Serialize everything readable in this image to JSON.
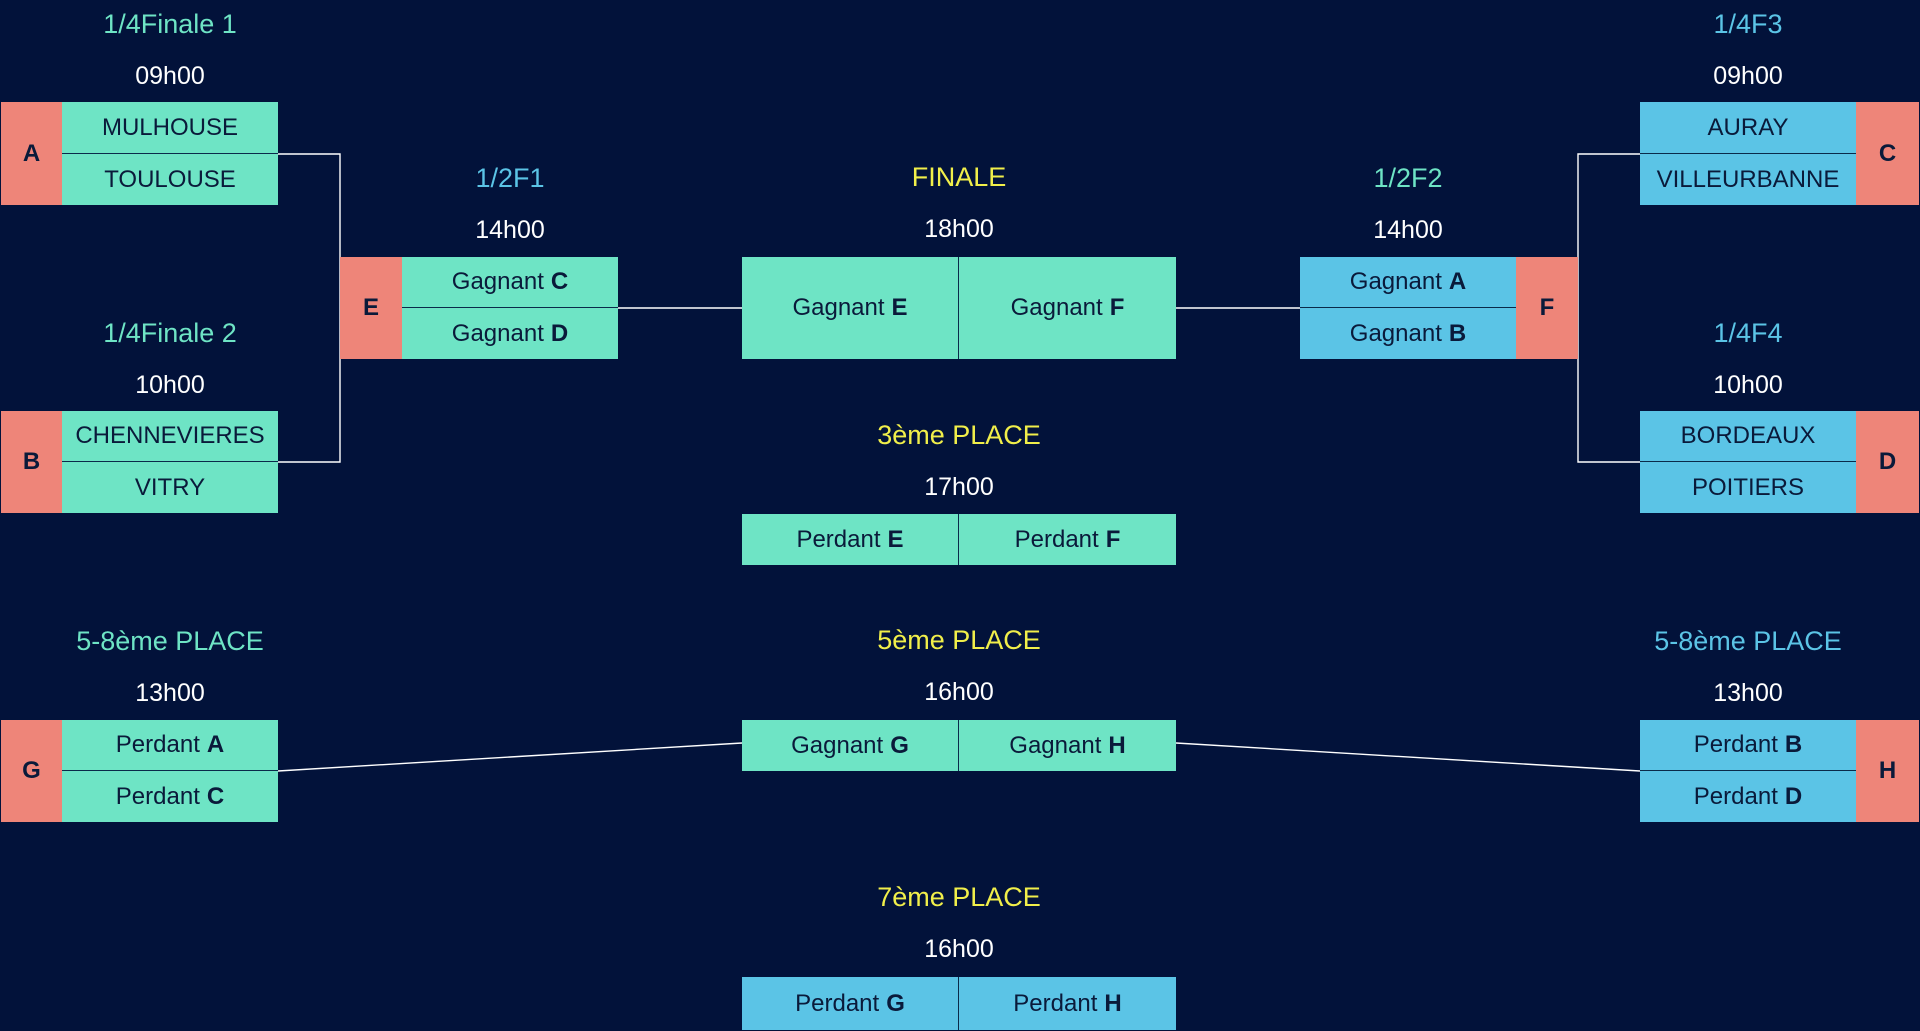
{
  "quarterfinals": [
    {
      "title": "1/4Finale 1",
      "time": "09h00",
      "tag": "A",
      "team1": "MULHOUSE",
      "team2": "TOULOUSE"
    },
    {
      "title": "1/4Finale 2",
      "time": "10h00",
      "tag": "B",
      "team1": "CHENNEVIERES",
      "team2": "VITRY"
    },
    {
      "title": "1/4F3",
      "time": "09h00",
      "tag": "C",
      "team1": "AURAY",
      "team2": "VILLEURBANNE"
    },
    {
      "title": "1/4F4",
      "time": "10h00",
      "tag": "D",
      "team1": "BORDEAUX",
      "team2": "POITIERS"
    }
  ],
  "semifinals": [
    {
      "title": "1/2F1",
      "time": "14h00",
      "tag": "E",
      "row1_prefix": "Gagnant",
      "row1_ref": "C",
      "row2_prefix": "Gagnant",
      "row2_ref": "D"
    },
    {
      "title": "1/2F2",
      "time": "14h00",
      "tag": "F",
      "row1_prefix": "Gagnant",
      "row1_ref": "A",
      "row2_prefix": "Gagnant",
      "row2_ref": "B"
    }
  ],
  "final": {
    "title": "FINALE",
    "time": "18h00",
    "left_prefix": "Gagnant",
    "left_ref": "E",
    "right_prefix": "Gagnant",
    "right_ref": "F"
  },
  "third_place": {
    "title": "3ème PLACE",
    "time": "17h00",
    "left_prefix": "Perdant",
    "left_ref": "E",
    "right_prefix": "Perdant",
    "right_ref": "F"
  },
  "placement_semis": [
    {
      "title": "5-8ème PLACE",
      "time": "13h00",
      "tag": "G",
      "row1_prefix": "Perdant",
      "row1_ref": "A",
      "row2_prefix": "Perdant",
      "row2_ref": "C"
    },
    {
      "title": "5-8ème PLACE",
      "time": "13h00",
      "tag": "H",
      "row1_prefix": "Perdant",
      "row1_ref": "B",
      "row2_prefix": "Perdant",
      "row2_ref": "D"
    }
  ],
  "fifth_place": {
    "title": "5ème PLACE",
    "time": "16h00",
    "left_prefix": "Gagnant",
    "left_ref": "G",
    "right_prefix": "Gagnant",
    "right_ref": "H"
  },
  "seventh_place": {
    "title": "7ème PLACE",
    "time": "16h00",
    "left_prefix": "Perdant",
    "left_ref": "G",
    "right_prefix": "Perdant",
    "right_ref": "H"
  },
  "colors": {
    "background": "#02123a",
    "green": "#6ee4c5",
    "blue": "#5bc4e6",
    "tag": "#ee8579",
    "title_yellow": "#f1ef4a",
    "line": "#ffffff"
  }
}
